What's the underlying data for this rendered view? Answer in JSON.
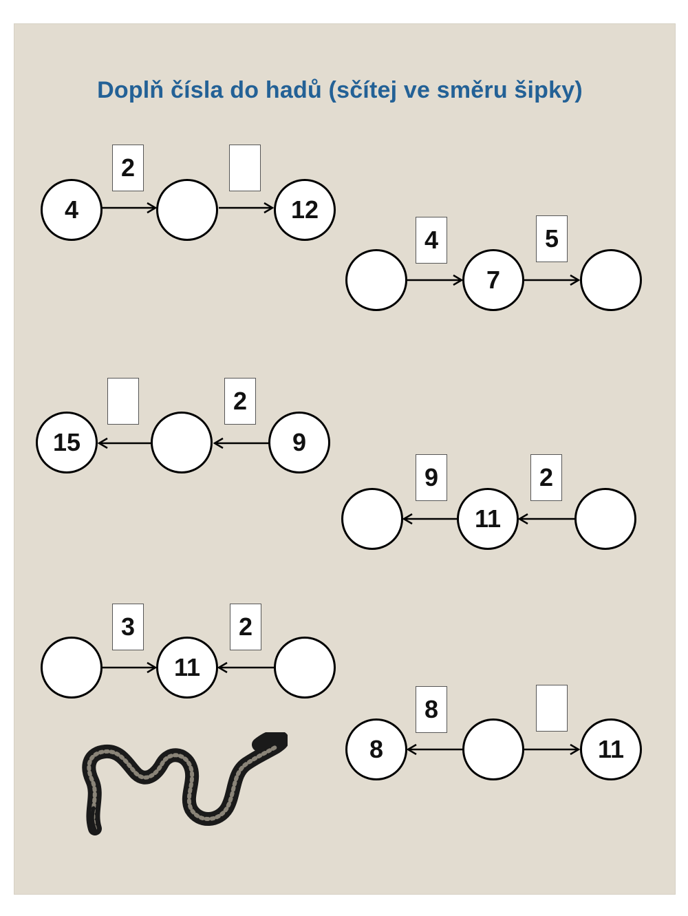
{
  "title": "Doplň čísla do hadů (sčítej ve směru šipky)",
  "colors": {
    "title": "#236196",
    "background": "#e2dcd0",
    "circle_fill": "#ffffff",
    "stroke": "#000000"
  },
  "puzzles": [
    {
      "circles": [
        "4",
        "",
        "12"
      ],
      "boxes": [
        "2",
        ""
      ],
      "arrows": [
        "right",
        "right"
      ]
    },
    {
      "circles": [
        "",
        "7",
        ""
      ],
      "boxes": [
        "4",
        "5"
      ],
      "arrows": [
        "right",
        "right"
      ]
    },
    {
      "circles": [
        "15",
        "",
        "9"
      ],
      "boxes": [
        "",
        "2"
      ],
      "arrows": [
        "left",
        "left"
      ]
    },
    {
      "circles": [
        "",
        "11",
        ""
      ],
      "boxes": [
        "9",
        "2"
      ],
      "arrows": [
        "left",
        "left"
      ]
    },
    {
      "circles": [
        "",
        "11",
        ""
      ],
      "boxes": [
        "3",
        "2"
      ],
      "arrows": [
        "right",
        "left"
      ]
    },
    {
      "circles": [
        "8",
        "",
        "11"
      ],
      "boxes": [
        "8",
        ""
      ],
      "arrows": [
        "left",
        "right"
      ]
    }
  ],
  "illustration": "snake-illustration"
}
